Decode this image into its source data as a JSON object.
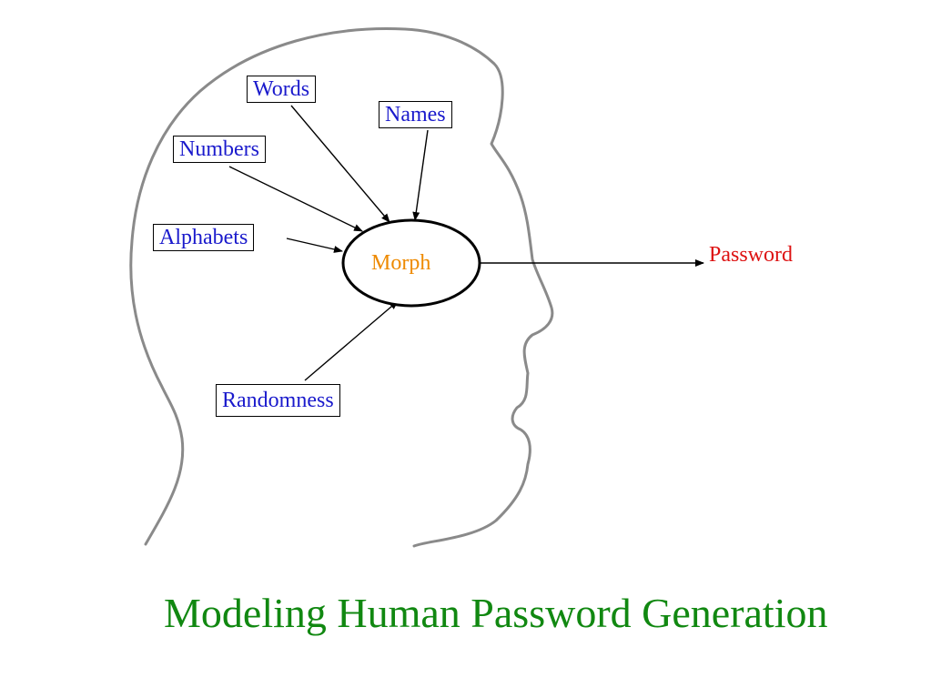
{
  "inputs": {
    "words": "Words",
    "names": "Names",
    "numbers": "Numbers",
    "alphabets": "Alphabets",
    "randomness": "Randomness"
  },
  "process": {
    "label": "Morph"
  },
  "output": {
    "label": "Password"
  },
  "caption": "Modeling Human Password Generation",
  "icons": {
    "head": "head-silhouette-icon"
  },
  "colors": {
    "input_text": "#1a1acc",
    "process_text": "#ee8a00",
    "output_text": "#dd1111",
    "caption_text": "#118811",
    "head_outline": "#8a8a8a"
  }
}
